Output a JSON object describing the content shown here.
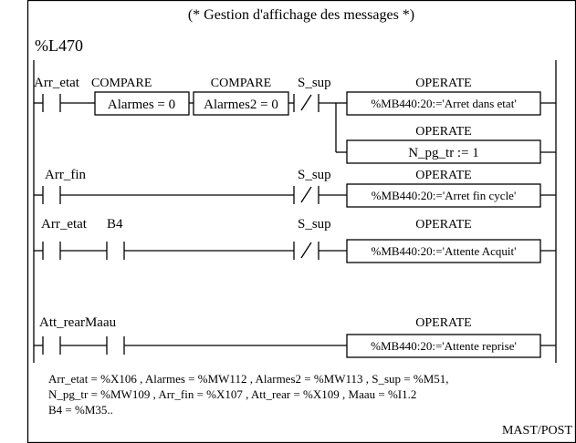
{
  "header": {
    "comment": "(* Gestion d'affichage des messages *)",
    "label": "%L470"
  },
  "rungs": {
    "r1": {
      "contact_arr_etat": "Arr_etat",
      "compare1_title": "COMPARE",
      "compare1_expr": "Alarmes = 0",
      "compare2_title": "COMPARE",
      "compare2_expr": "Alarmes2 = 0",
      "ncontact_s_sup": "S_sup",
      "operate1_title": "OPERATE",
      "operate1_expr": "%MB440:20:='Arret dans etat'",
      "operate2_title": "OPERATE",
      "operate2_expr": "N_pg_tr := 1"
    },
    "r2": {
      "contact_arr_fin": "Arr_fin",
      "ncontact_s_sup": "S_sup",
      "operate_title": "OPERATE",
      "operate_expr": "%MB440:20:='Arret fin cycle'"
    },
    "r3": {
      "contact_arr_etat": "Arr_etat",
      "contact_b4": "B4",
      "ncontact_s_sup": "S_sup",
      "operate_title": "OPERATE",
      "operate_expr": "%MB440:20:='Attente Acquit'"
    },
    "r4": {
      "contact_att_rear_maau": "Att_rearMaau",
      "operate_title": "OPERATE",
      "operate_expr": "%MB440:20:='Attente reprise'"
    }
  },
  "legend": {
    "line1": "Arr_etat = %X106 , Alarmes = %MW112 , Alarmes2 = %MW113 , S_sup = %M51,",
    "line2": "N_pg_tr = %MW109 , Arr_fin = %X107 , Att_rear = %X109 , Maau = %I1.2",
    "line3": "B4 = %M35.."
  },
  "footer": {
    "section": "MAST/POST"
  }
}
